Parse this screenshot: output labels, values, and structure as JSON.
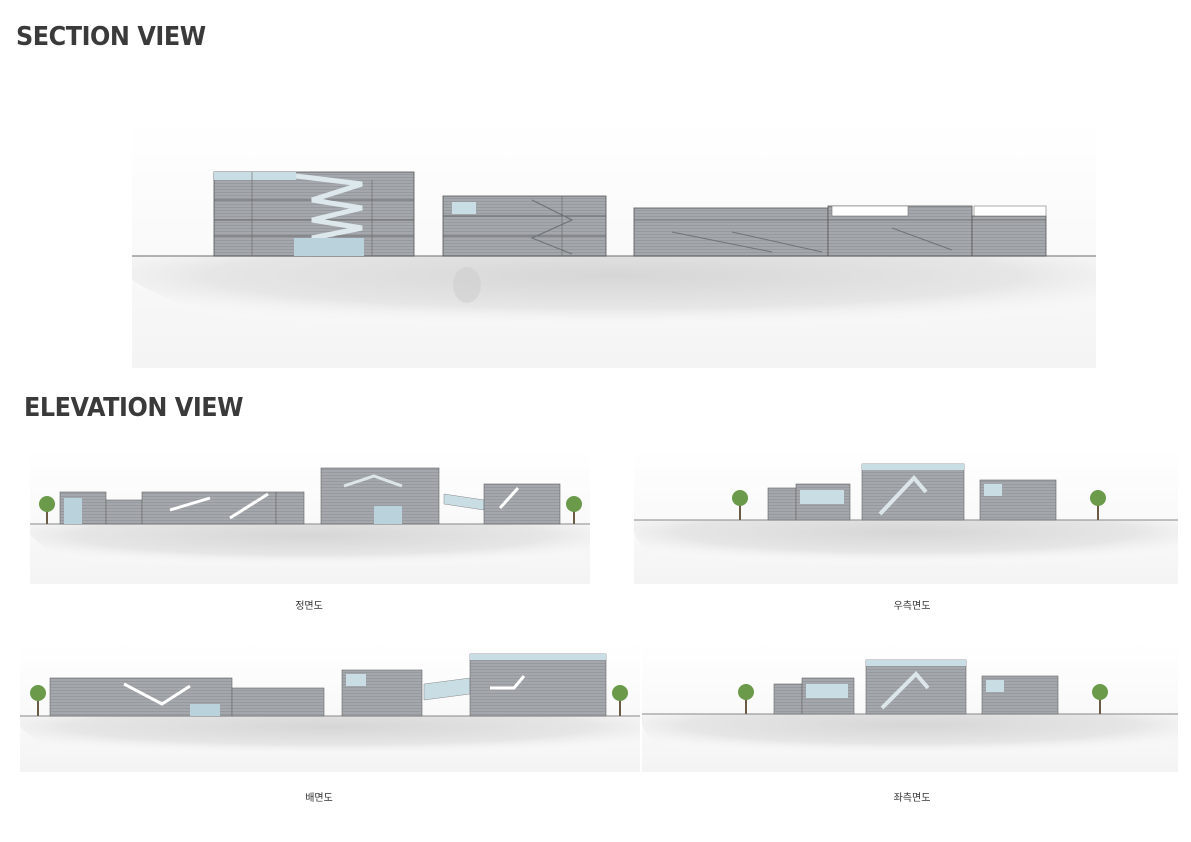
{
  "section": {
    "title": "SECTION VIEW"
  },
  "elevation": {
    "title": "ELEVATION VIEW",
    "front_caption": "정면도",
    "right_caption": "우측면도",
    "rear_caption": "배면도",
    "left_caption": "좌측면도"
  },
  "colors": {
    "wall": "#9a9ea2",
    "wall_dark": "#7c8185",
    "glass": "#b9d2dc",
    "ground": "#e3e3e3",
    "tree": "#6a9a4a",
    "heading": "#3a3a3a"
  }
}
